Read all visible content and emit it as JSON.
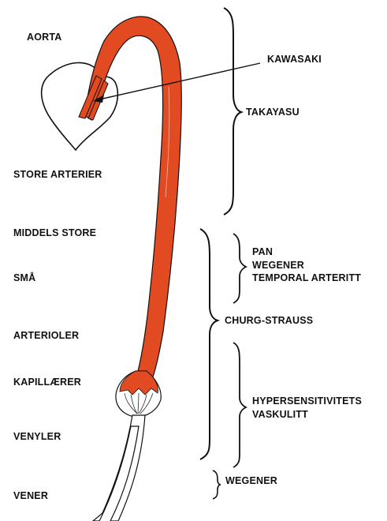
{
  "colors": {
    "artery": "#e24a22",
    "ink": "#111111"
  },
  "left_labels": {
    "aorta": "AORTA",
    "store_arterier": "STORE ARTERIER",
    "middels_store": "MIDDELS STORE",
    "sma": "SMÅ",
    "arterioler": "ARTERIOLER",
    "kapillaerer": "KAPILLÆRER",
    "venyler": "VENYLER",
    "vener": "VENER"
  },
  "right_labels": {
    "kawasaki": "KAWASAKI",
    "takayasu": "TAKAYASU",
    "pan_group": [
      "PAN",
      "WEGENER",
      "TEMPORAL ARTERITT"
    ],
    "churg_strauss": "CHURG-STRAUSS",
    "hypersens_group": [
      "HYPERSENSITIVITETS",
      "VASKULITT"
    ],
    "wegener_vener": "WEGENER"
  }
}
